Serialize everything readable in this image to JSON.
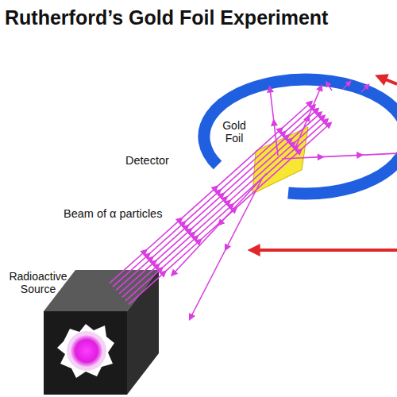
{
  "diagram": {
    "title": "Rutherford’s Gold Foil Experiment",
    "labels": [
      "Gold Foil",
      "Detector",
      "Beam of α particles",
      "Radioactive Source"
    ]
  }
}
